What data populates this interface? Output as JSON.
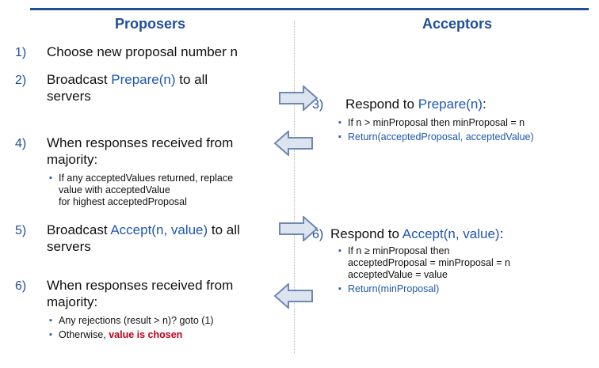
{
  "headers": {
    "proposers": "Proposers",
    "acceptors": "Acceptors"
  },
  "colors": {
    "accent": "#1f4e9a",
    "highlight": "#1f56b3",
    "chosen": "#c0001a",
    "arrow_fill": "#dce4f0",
    "arrow_stroke": "#6f87b3"
  },
  "proposer_steps": [
    {
      "num": "1)",
      "text": "Choose new proposal number n"
    },
    {
      "num": "2)",
      "pre": "Broadcast ",
      "hl": "Prepare(n)",
      "post": " to all",
      "line2": "servers"
    },
    {
      "num": "4)",
      "line1": "When responses received from",
      "line2": "majority:",
      "bullets": [
        "If any acceptedValues returned, replace",
        "value with acceptedValue",
        "for highest acceptedProposal"
      ]
    },
    {
      "num": "5)",
      "pre": "Broadcast ",
      "hl": "Accept(n, value)",
      "post": " to all",
      "line2": "servers"
    },
    {
      "num": "6)",
      "line1": "When responses received from",
      "line2": "majority:",
      "bullet1": "Any rejections (result > n)?  goto (1)",
      "bullet2_pre": "Otherwise, ",
      "bullet2_red": "value is chosen"
    }
  ],
  "acceptor_steps": [
    {
      "num": "3)",
      "pre": "Respond to ",
      "hl": "Prepare(n)",
      "post": ":",
      "bullet1": "If n > minProposal then minProposal = n",
      "bullet2": "Return(acceptedProposal, acceptedValue)"
    },
    {
      "num": "6)",
      "pre": "Respond to ",
      "hl": "Accept(n, value)",
      "post": ":",
      "bullet1_l1": "If n ≥ minProposal then",
      "bullet1_l2": "acceptedProposal = minProposal = n",
      "bullet1_l3": "acceptedValue = value",
      "bullet2": "Return(minProposal)"
    }
  ]
}
